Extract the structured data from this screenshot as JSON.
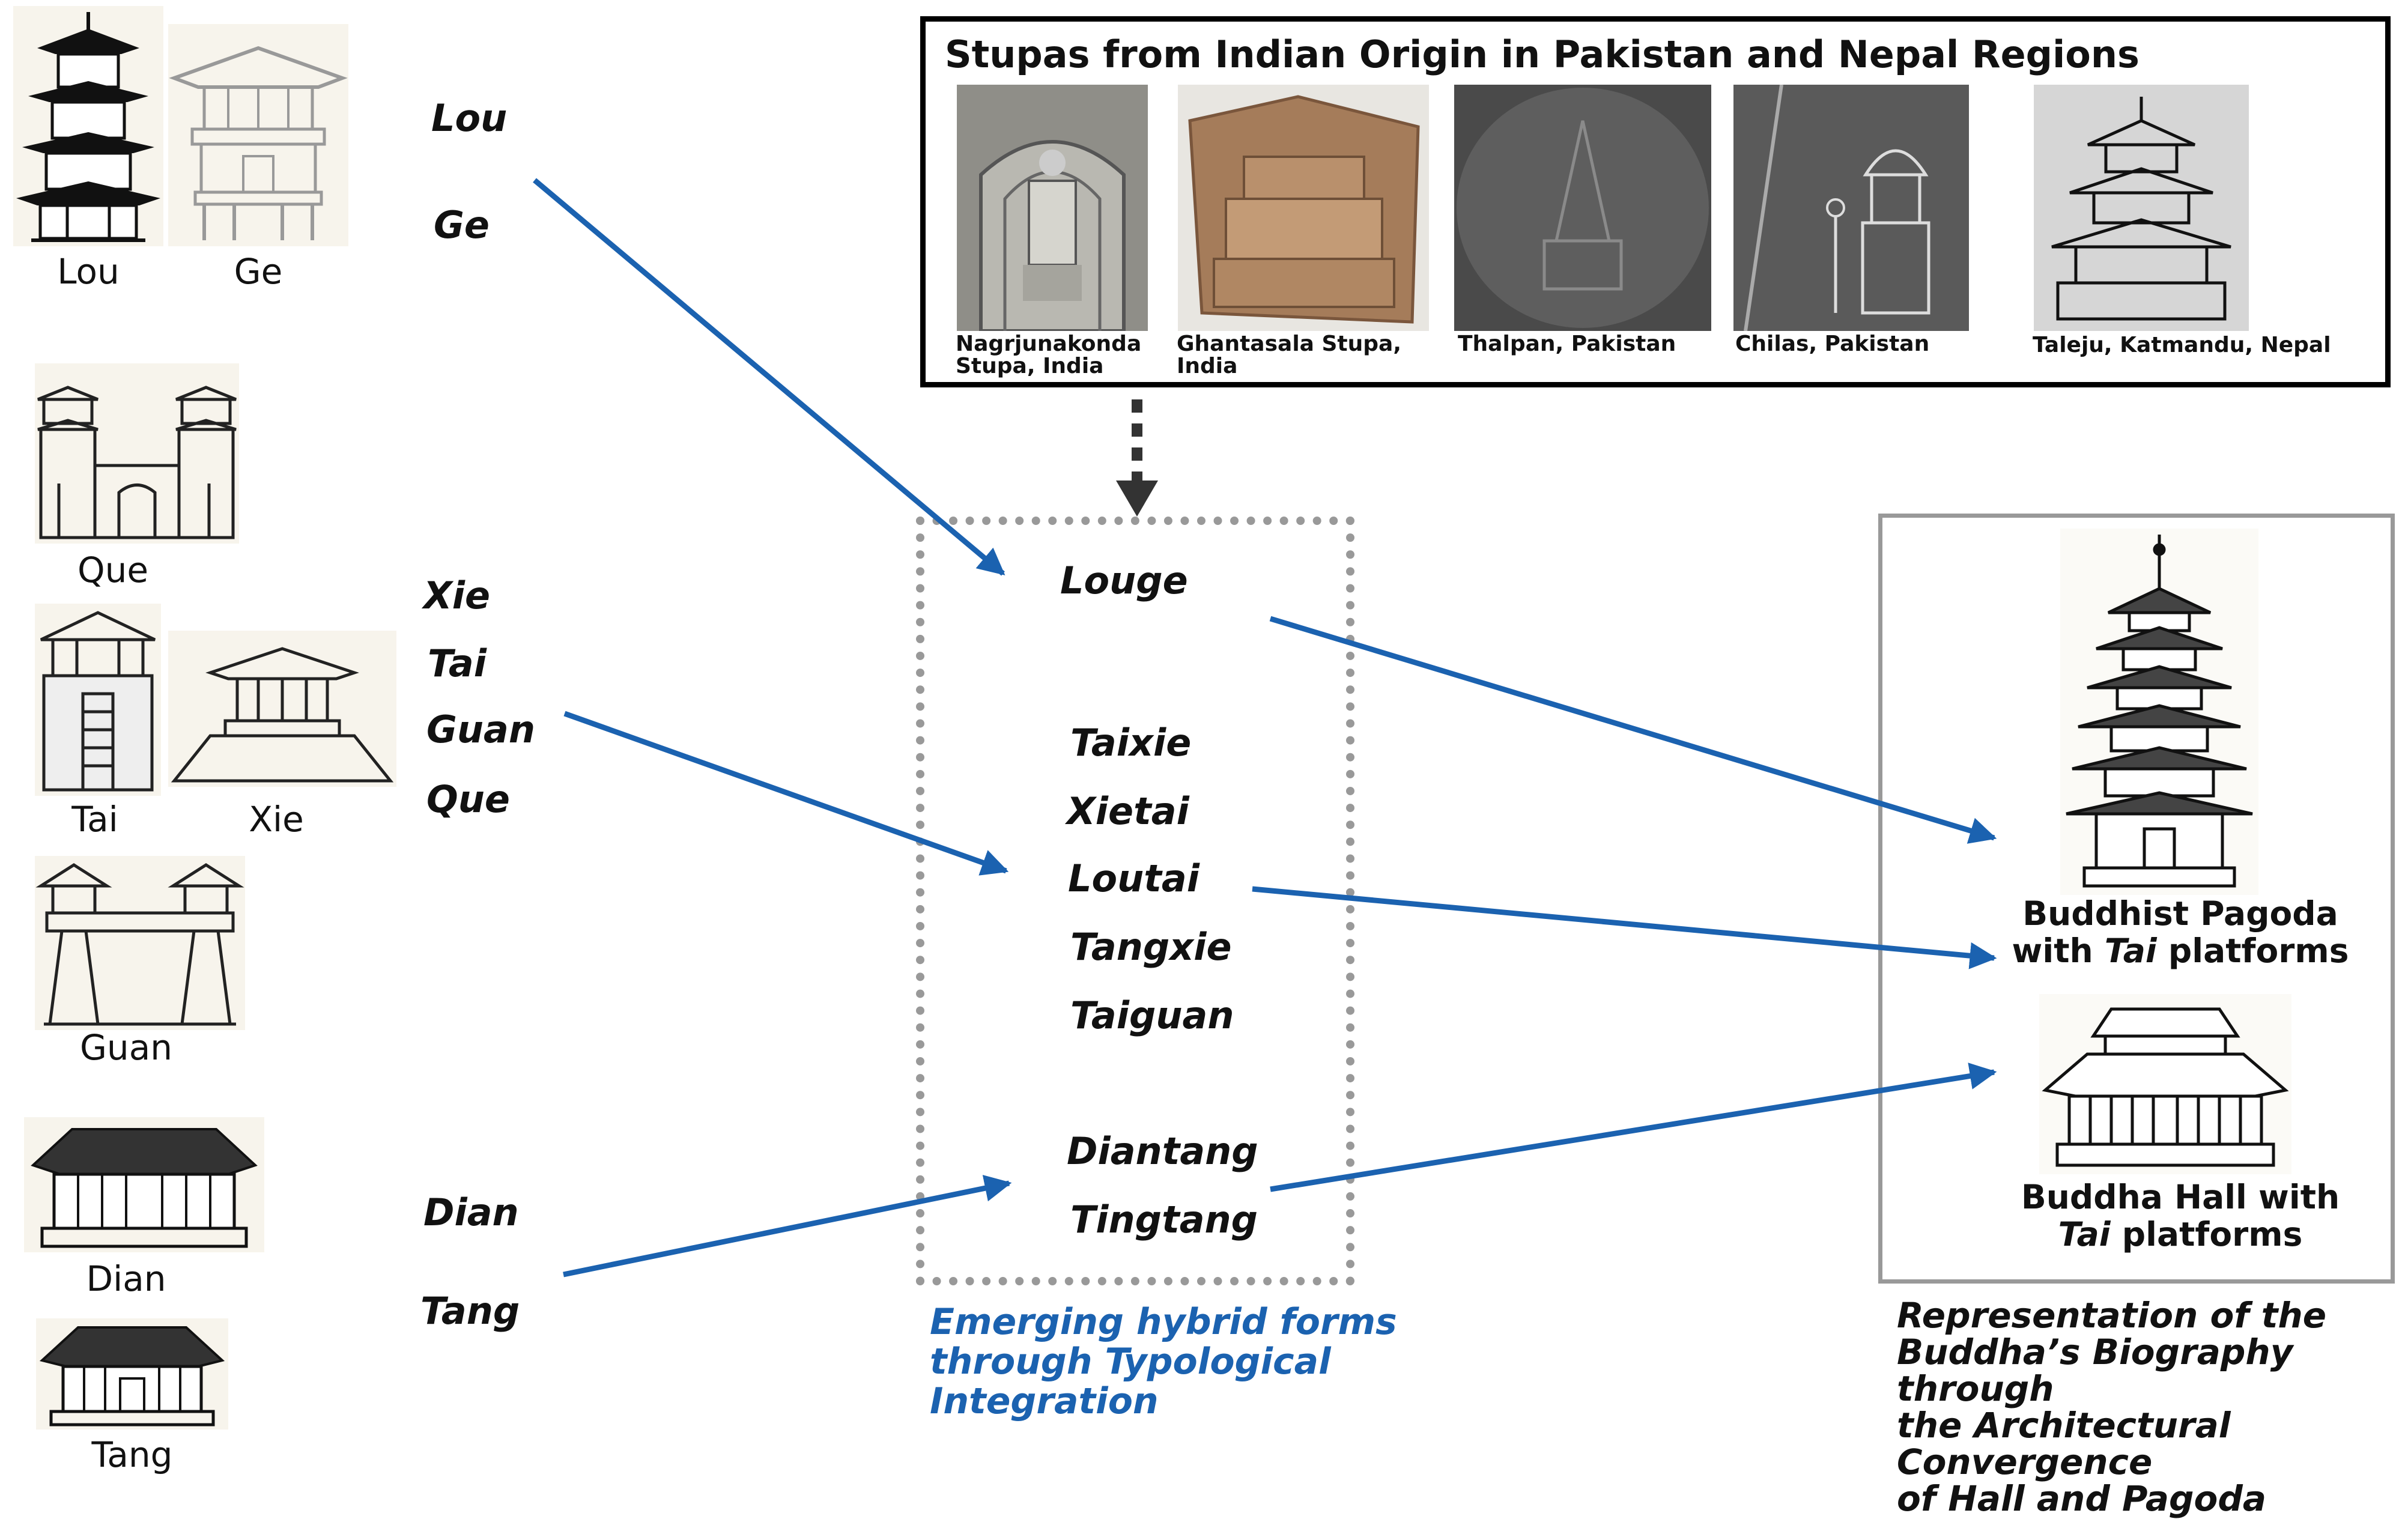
{
  "left_images": [
    {
      "id": "lou",
      "label": "Lou"
    },
    {
      "id": "ge",
      "label": "Ge"
    },
    {
      "id": "que",
      "label": "Que"
    },
    {
      "id": "tai",
      "label": "Tai"
    },
    {
      "id": "xie",
      "label": "Xie"
    },
    {
      "id": "guan",
      "label": "Guan"
    },
    {
      "id": "dian",
      "label": "Dian"
    },
    {
      "id": "tang",
      "label": "Tang"
    }
  ],
  "left_terms": [
    "Lou",
    "Ge",
    "Xie",
    "Tai",
    "Guan",
    "Que",
    "Dian",
    "Tang"
  ],
  "stupa_panel": {
    "title": "Stupas from Indian Origin in Pakistan and Nepal Regions",
    "photos": [
      {
        "caption_line1": "Nagrjunakonda",
        "caption_line2": "Stupa, India"
      },
      {
        "caption_line1": "Ghantasala Stupa,",
        "caption_line2": "India"
      },
      {
        "caption_line1": "Thalpan, Pakistan",
        "caption_line2": ""
      },
      {
        "caption_line1": "Chilas, Pakistan",
        "caption_line2": ""
      },
      {
        "caption_line1": "Taleju, Katmandu, Nepal",
        "caption_line2": ""
      }
    ]
  },
  "hybrid_terms": [
    "Louge",
    "Taixie",
    "Xietai",
    "Loutai",
    "Tangxie",
    "Taiguan",
    "Diantang",
    "Tingtang"
  ],
  "hybrid_caption": [
    "Emerging hybrid forms",
    "through Typological",
    "Integration"
  ],
  "outputs": {
    "pagoda_line1": "Buddhist Pagoda",
    "pagoda_line2_pre": "with ",
    "pagoda_line2_italic": "Tai",
    "pagoda_line2_post": " platforms",
    "hall_line1": "Buddha Hall with",
    "hall_line2_italic": "Tai",
    "hall_line2_post": " platforms"
  },
  "output_caption": [
    "Representation of the",
    "Buddha’s Biography through",
    "the Architectural Convergence",
    "of Hall and Pagoda"
  ],
  "colors": {
    "arrow": "#1b62b0",
    "dotted_border": "#999999",
    "caption_blue": "#1b62b0"
  }
}
